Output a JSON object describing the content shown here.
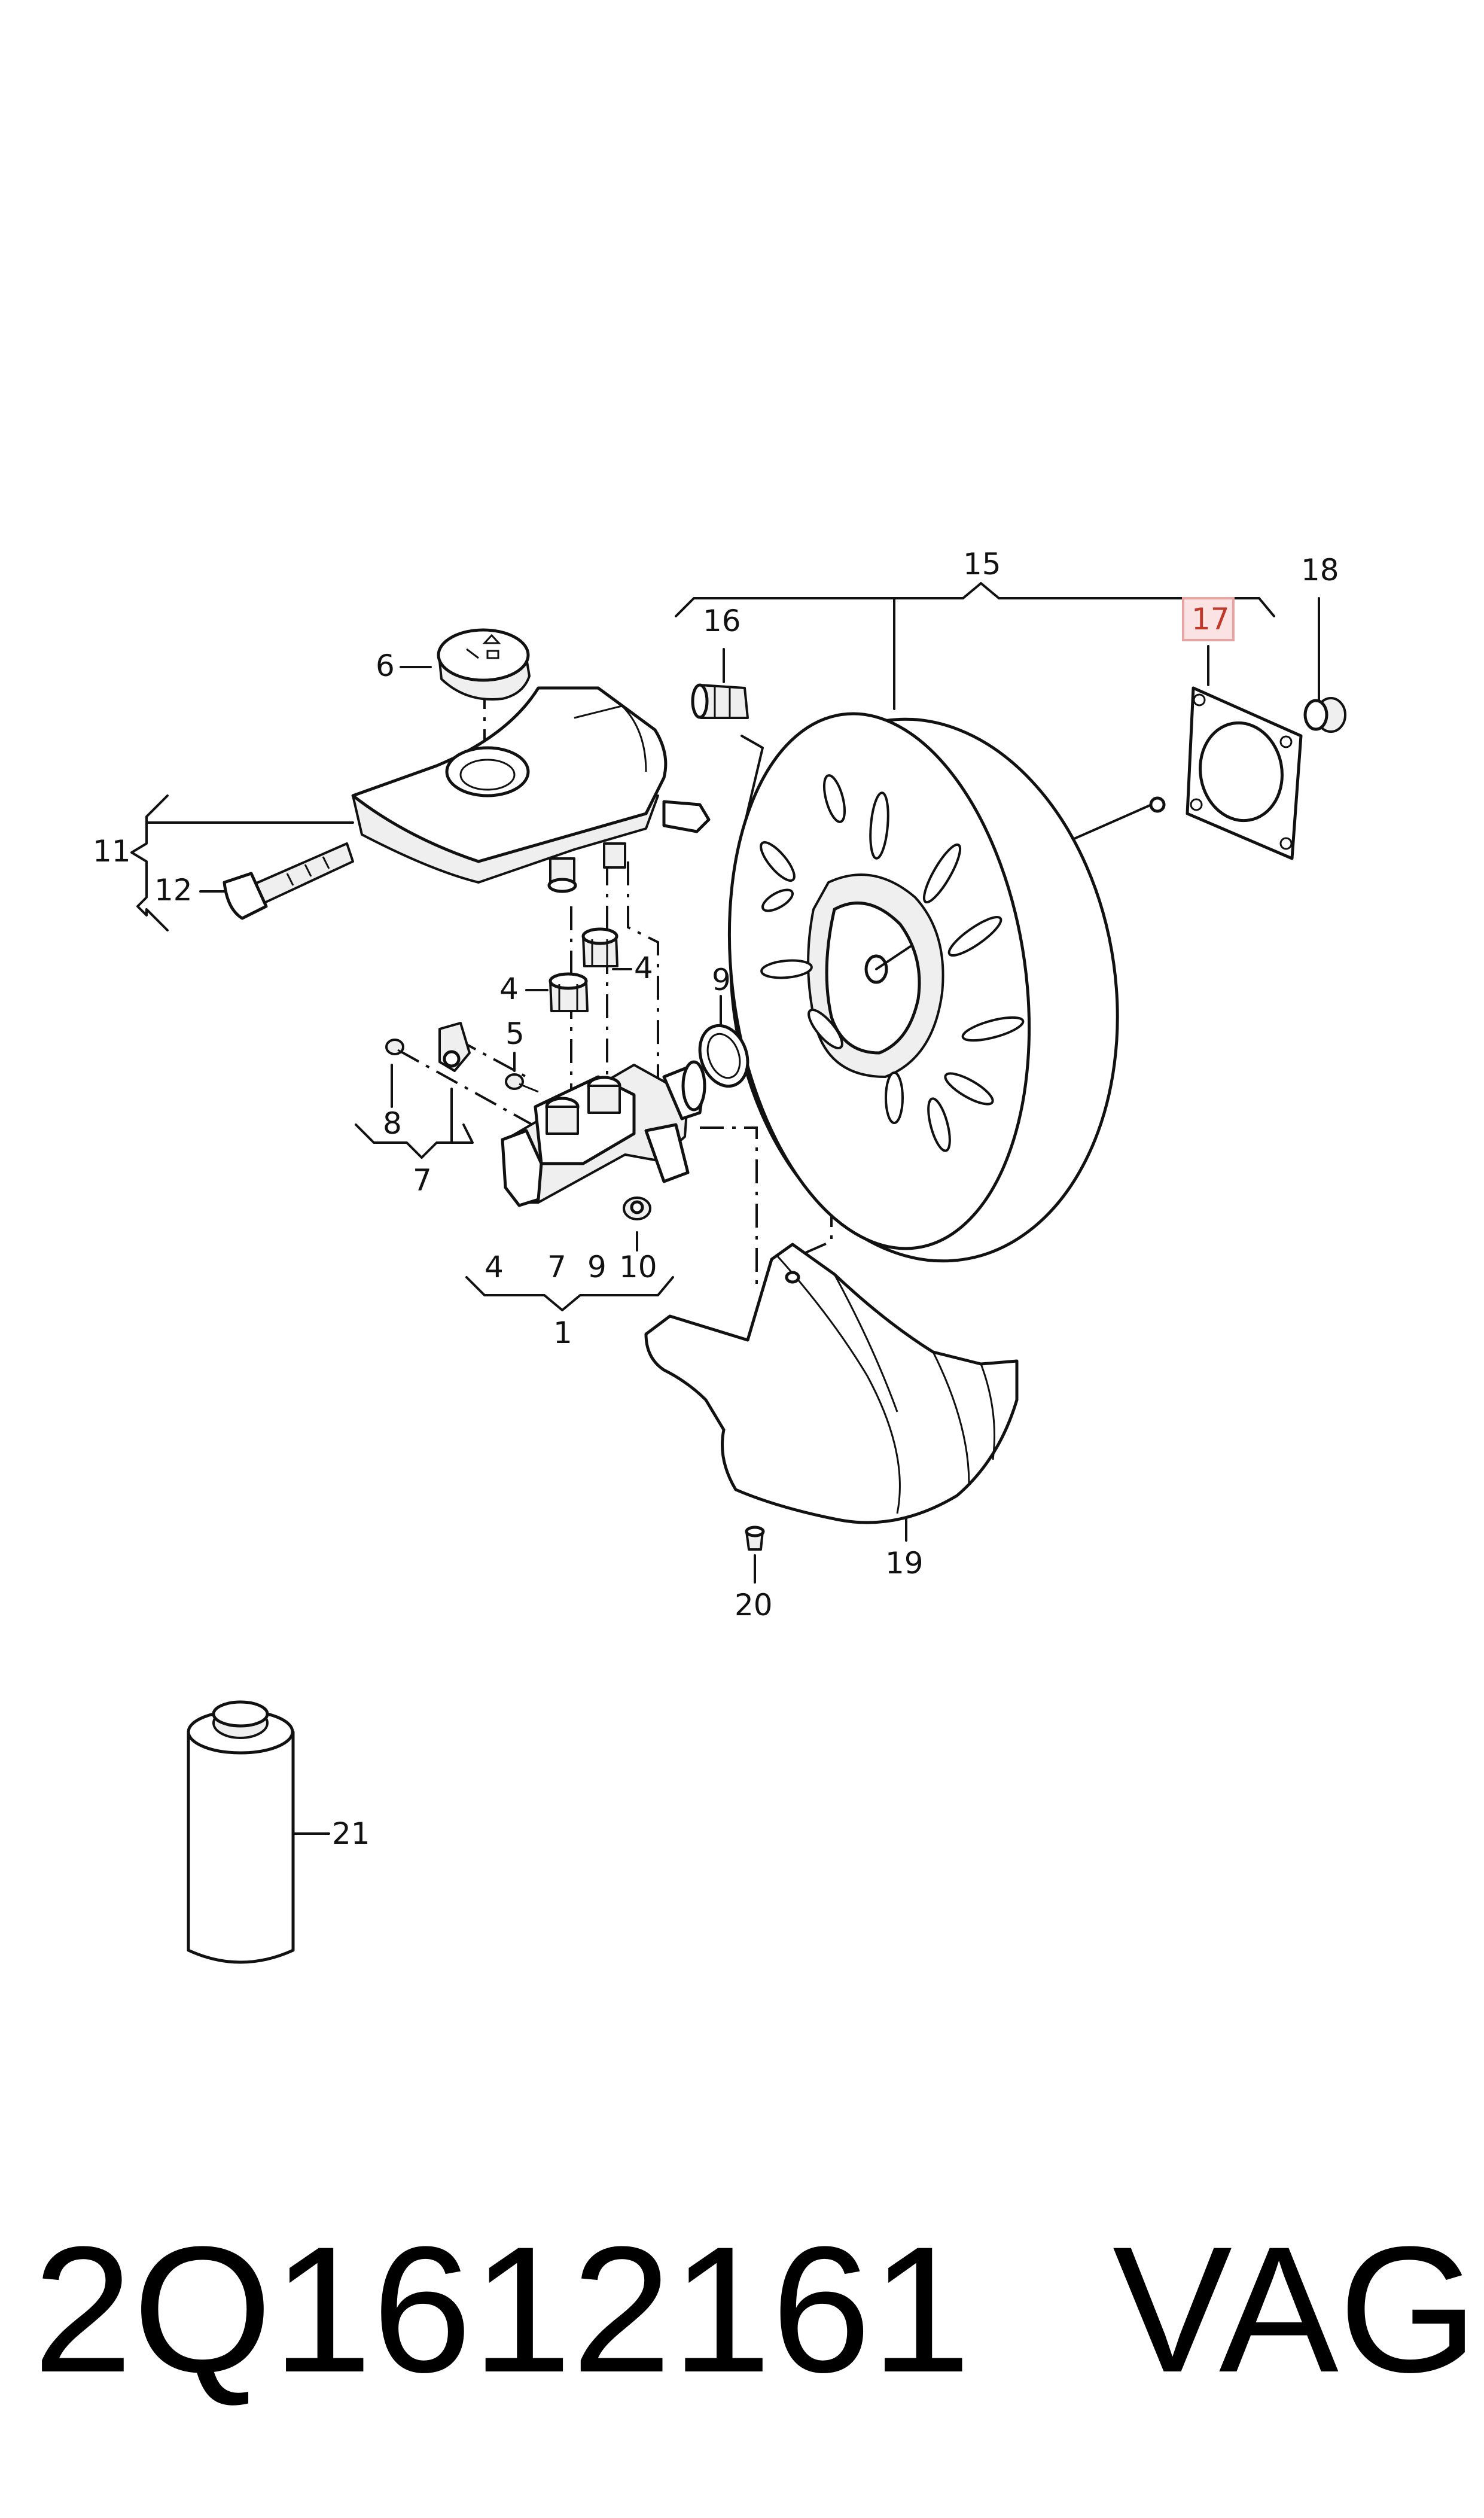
{
  "labels": {
    "l1": "1",
    "l4a": "4",
    "l4b": "4",
    "l4c": "4",
    "l5": "5",
    "l6": "6",
    "l7a": "7",
    "l7b": "7",
    "l8": "8",
    "l9a": "9",
    "l9b": "9",
    "l10": "10",
    "l11": "11",
    "l12": "12",
    "l15": "15",
    "l16": "16",
    "l17": "17",
    "l18": "18",
    "l19": "19",
    "l20": "20",
    "l21": "21"
  },
  "highlight": {
    "label": "17",
    "color": "#e8a3a3"
  },
  "footer": {
    "part_number": "2Q1612161",
    "brand": "VAG"
  }
}
